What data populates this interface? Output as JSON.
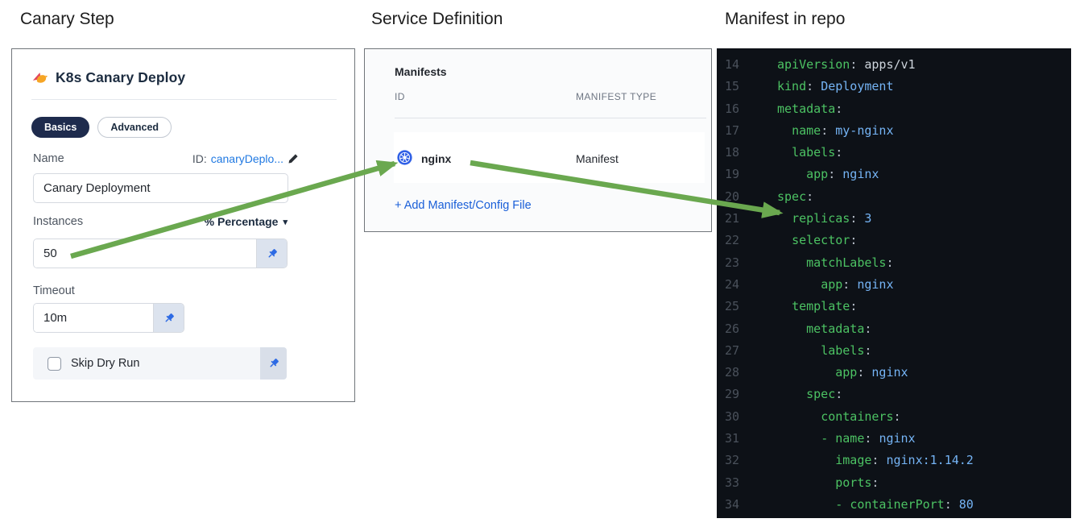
{
  "headings": {
    "canary_step": "Canary Step",
    "service_definition": "Service Definition",
    "manifest_in_repo": "Manifest in repo"
  },
  "canary_step": {
    "title": "K8s Canary Deploy",
    "tabs": [
      {
        "label": "Basics",
        "active": true
      },
      {
        "label": "Advanced",
        "active": false
      }
    ],
    "name": {
      "label": "Name",
      "id_label": "ID:",
      "id_value": "canaryDeplo...",
      "value": "Canary Deployment"
    },
    "instances": {
      "label": "Instances",
      "unit": "% Percentage",
      "value": "50"
    },
    "timeout": {
      "label": "Timeout",
      "value": "10m"
    },
    "skip_dry_run": {
      "label": "Skip Dry Run",
      "checked": false
    }
  },
  "service_definition": {
    "section_title": "Manifests",
    "columns": [
      "ID",
      "MANIFEST TYPE"
    ],
    "rows": [
      {
        "id": "nginx",
        "type": "Manifest",
        "icon": "kubernetes-icon"
      }
    ],
    "add_link": "+ Add Manifest/Config File"
  },
  "manifest_editor": {
    "language": "yaml",
    "lines": [
      {
        "n": 14,
        "ind": 0,
        "key": "apiVersion",
        "val": "apps/v1",
        "vt": "plain"
      },
      {
        "n": 15,
        "ind": 0,
        "key": "kind",
        "val": "Deployment",
        "vt": "str"
      },
      {
        "n": 16,
        "ind": 0,
        "key": "metadata"
      },
      {
        "n": 17,
        "ind": 2,
        "key": "name",
        "val": "my-nginx",
        "vt": "str"
      },
      {
        "n": 18,
        "ind": 2,
        "key": "labels"
      },
      {
        "n": 19,
        "ind": 4,
        "key": "app",
        "val": "nginx",
        "vt": "str"
      },
      {
        "n": 20,
        "ind": 0,
        "key": "spec"
      },
      {
        "n": 21,
        "ind": 2,
        "key": "replicas",
        "val": "3",
        "vt": "str"
      },
      {
        "n": 22,
        "ind": 2,
        "key": "selector"
      },
      {
        "n": 23,
        "ind": 4,
        "key": "matchLabels"
      },
      {
        "n": 24,
        "ind": 6,
        "key": "app",
        "val": "nginx",
        "vt": "str"
      },
      {
        "n": 25,
        "ind": 2,
        "key": "template"
      },
      {
        "n": 26,
        "ind": 4,
        "key": "metadata"
      },
      {
        "n": 27,
        "ind": 6,
        "key": "labels"
      },
      {
        "n": 28,
        "ind": 8,
        "key": "app",
        "val": "nginx",
        "vt": "str"
      },
      {
        "n": 29,
        "ind": 4,
        "key": "spec"
      },
      {
        "n": 30,
        "ind": 6,
        "key": "containers"
      },
      {
        "n": 31,
        "ind": 6,
        "dash": true,
        "key": "name",
        "val": "nginx",
        "vt": "str"
      },
      {
        "n": 32,
        "ind": 8,
        "key": "image",
        "val": "nginx:1.14.2",
        "vt": "str"
      },
      {
        "n": 33,
        "ind": 8,
        "key": "ports"
      },
      {
        "n": 34,
        "ind": 8,
        "dash": true,
        "key": "containerPort",
        "val": "80",
        "vt": "str"
      }
    ]
  },
  "annotations": {
    "arrow_color": "#6aa84f",
    "arrows": [
      {
        "from": "instances-value-50",
        "to": "manifest-row-nginx"
      },
      {
        "from": "manifest-row-nginx",
        "to": "yaml-line-21-replicas-3"
      }
    ]
  },
  "colors": {
    "arrow_green": "#6aa84f",
    "add_link_blue": "#1a5fd8",
    "id_link_blue": "#2079e2",
    "active_tab_navy": "#1e2b4d",
    "pin_blue": "#2e6be4",
    "kubernetes_blue": "#3060e6",
    "editor_bg": "#0d1117",
    "code_key_green": "#4cc263",
    "code_value_blue": "#75b4f5",
    "code_plain_gray": "#cdd4dc",
    "line_number_gray": "#4a515b"
  }
}
